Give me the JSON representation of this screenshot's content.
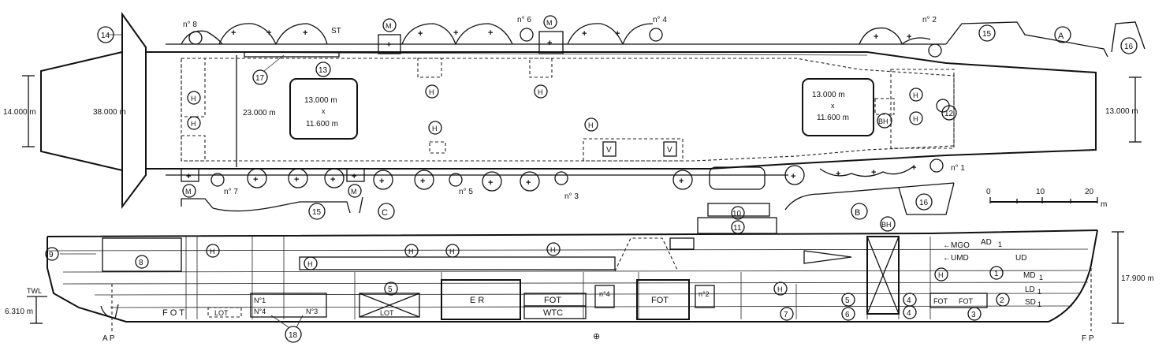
{
  "plan": {
    "dims": {
      "width_aft": "14.000 m",
      "width_stern": "38.000 m",
      "width_mid": "23.000 m",
      "width_bow": "13.000 m"
    },
    "elevators": [
      {
        "size_a": "13.000 m",
        "x": "x",
        "size_b": "11.600 m"
      },
      {
        "size_a": "13.000 m",
        "x": "x",
        "size_b": "11.600 m"
      }
    ],
    "st": "ST",
    "V": "V",
    "gun_labels": [
      "n° 8",
      "n° 6",
      "n° 4",
      "n° 2",
      "n° 7",
      "n° 5",
      "n° 3",
      "n° 1"
    ],
    "H": "H",
    "M": "M",
    "BH": "BH",
    "callouts": [
      "12",
      "13",
      "14",
      "15",
      "16",
      "17"
    ],
    "views": [
      "A",
      "B",
      "C"
    ]
  },
  "profile": {
    "labels": {
      "twl": "TWL",
      "draft": "6.310 m",
      "height": "17.900 m",
      "ap": "A P",
      "fp": "F P",
      "cl": "⊕",
      "fot": "F O T",
      "lot": "LOT",
      "er": "E R",
      "fot2": "FOT",
      "wtc": "WTC",
      "ad": "AD",
      "mgo": "MGO",
      "umd": "UMD",
      "ud": "UD",
      "md": "MD",
      "ld": "LD",
      "sd": "SD",
      "sub": "1",
      "n1": "N°1",
      "n4": "N°4",
      "n3": "N°3",
      "n4b": "n°4",
      "n2b": "n°2",
      "arrow": "←"
    },
    "callouts": [
      "1",
      "2",
      "3",
      "4",
      "5",
      "6",
      "7",
      "8",
      "9",
      "10",
      "11",
      "18"
    ]
  },
  "scale": {
    "ticks": [
      "0",
      "10",
      "20"
    ],
    "unit": "m"
  }
}
